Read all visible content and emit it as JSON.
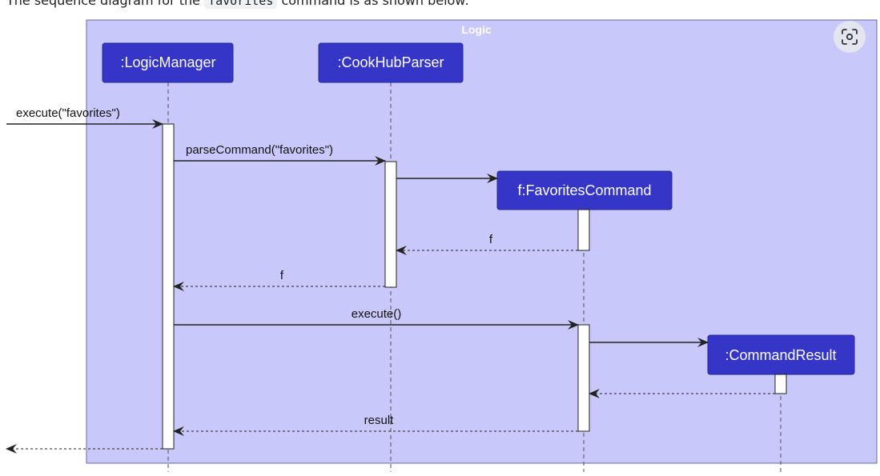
{
  "caption": {
    "before": "The sequence diagram for the ",
    "code": "favorites",
    "after": " command is as shown below:"
  },
  "diagram": {
    "frame_title": "Logic",
    "participants": {
      "logic_manager": ":LogicManager",
      "parser": ":CookHubParser",
      "favorites_command": "f:FavoritesCommand",
      "command_result": ":CommandResult"
    },
    "messages": {
      "execute_favorites": "execute(\"favorites\")",
      "parse_command": "parseCommand(\"favorites\")",
      "return_f_1": "f",
      "return_f_2": "f",
      "execute": "execute()",
      "result": "result"
    },
    "colors": {
      "frame_fill": "#c8c8fa",
      "participant_fill": "#3535c8",
      "participant_text": "#ffffff"
    }
  },
  "controls": {
    "image_button_icon": "scan-image-icon"
  }
}
